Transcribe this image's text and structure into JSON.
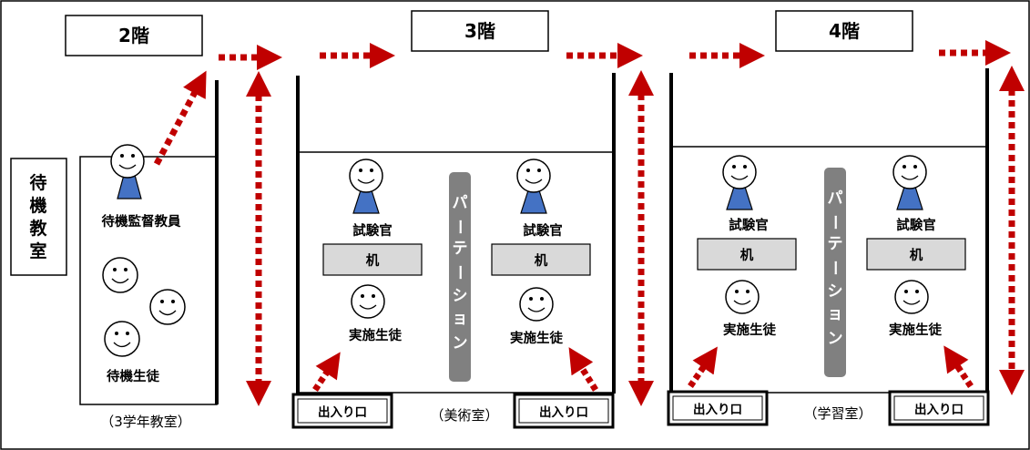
{
  "floors": [
    {
      "label": "2階",
      "room_label": "（3学年教室）"
    },
    {
      "label": "3階",
      "room_label": "（美術室）"
    },
    {
      "label": "4階",
      "room_label": "（学習室）"
    }
  ],
  "waiting_room": {
    "label_chars": [
      "待",
      "機",
      "教",
      "室"
    ]
  },
  "waiting_supervisor": {
    "label": "待機監督教員"
  },
  "waiting_students": {
    "label": "待機生徒"
  },
  "examiner": {
    "label": "試験官"
  },
  "desk": {
    "label": "机"
  },
  "student": {
    "label": "実施生徒"
  },
  "partition": {
    "label_chars": [
      "パ",
      "ー",
      "テ",
      "ー",
      "シ",
      "ョ",
      "ン"
    ]
  },
  "entrance": {
    "label": "出入り口"
  },
  "colors": {
    "arrow": "#c00000",
    "person_body": "#4472c4",
    "desk_fill": "#d9d9d9",
    "partition_fill": "#808080",
    "partition_text": "#ffffff"
  },
  "icons": [
    "smiley-face-icon",
    "dotted-arrow-icon",
    "double-dotted-arrow-icon"
  ]
}
